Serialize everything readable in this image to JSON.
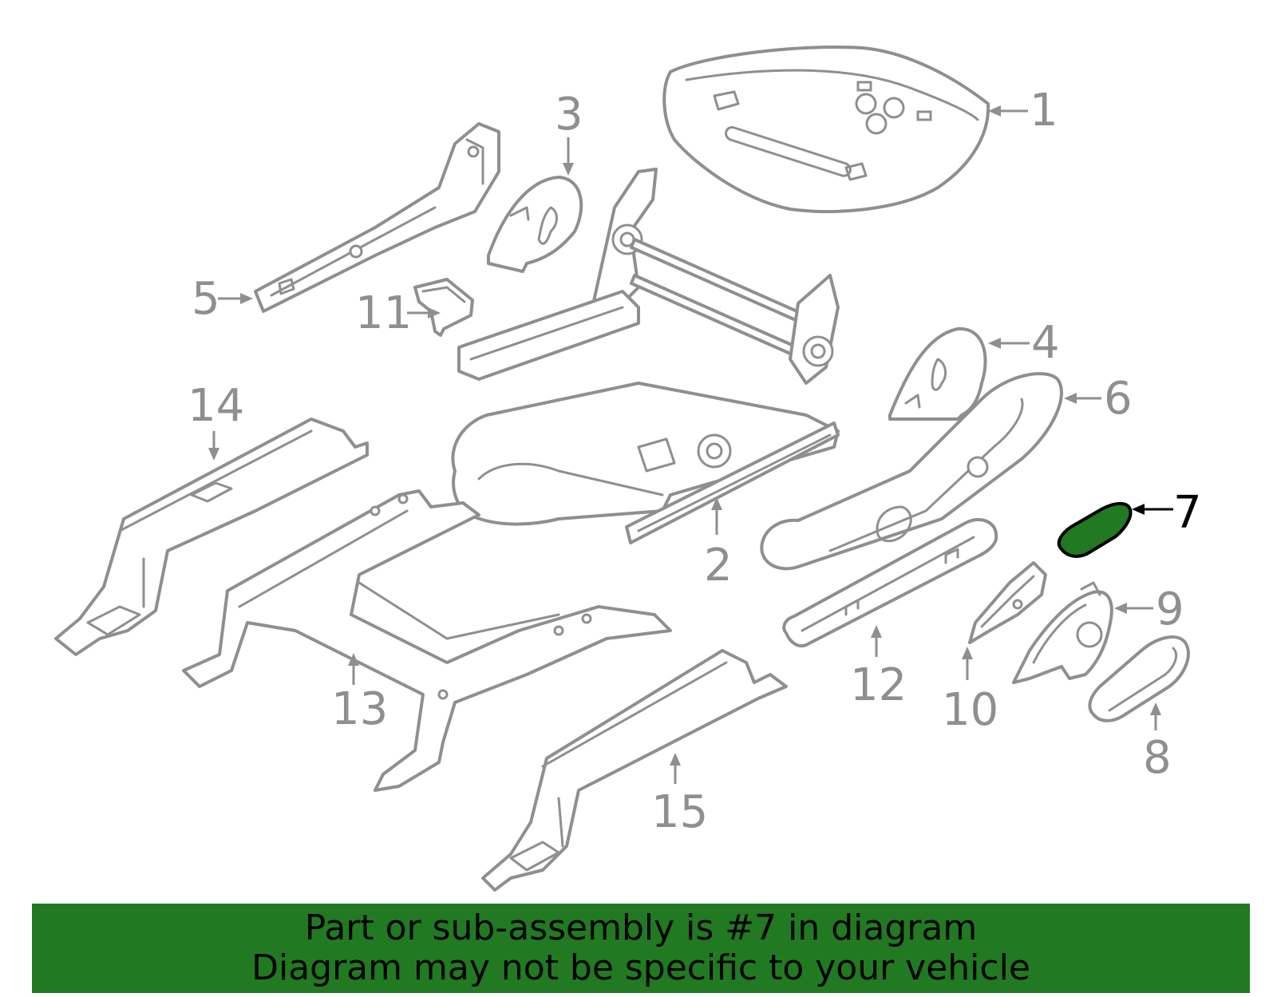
{
  "callouts": {
    "c1": "1",
    "c2": "2",
    "c3": "3",
    "c4": "4",
    "c5": "5",
    "c6": "6",
    "c7": "7",
    "c8": "8",
    "c9": "9",
    "c10": "10",
    "c11": "11",
    "c12": "12",
    "c13": "13",
    "c14": "14",
    "c15": "15"
  },
  "highlighted_part": "7",
  "colors": {
    "highlight_fill": "#217a21",
    "banner_background": "#217a21",
    "line_art": "#8f8f8f",
    "active_callout": "#000000"
  },
  "banner": {
    "line1": "Part or sub-assembly is #7 in diagram",
    "line2": "Diagram may not be specific to your vehicle"
  }
}
